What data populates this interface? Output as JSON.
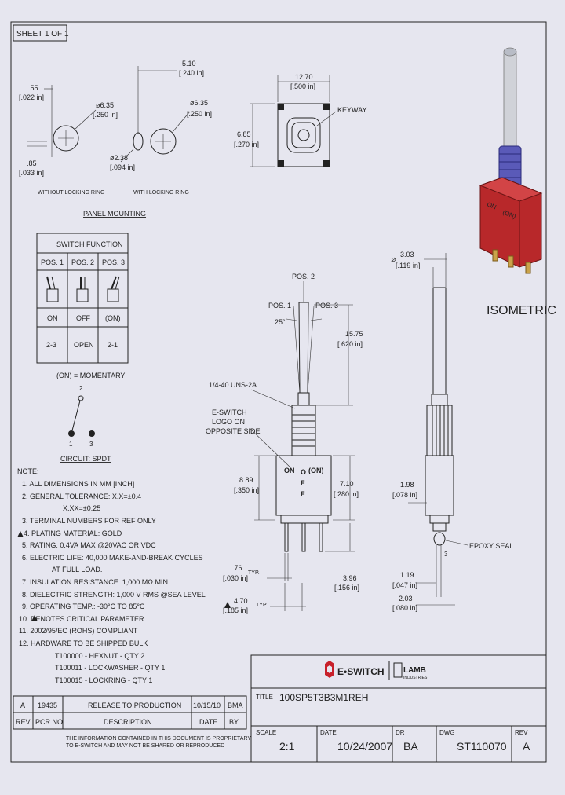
{
  "sheet": {
    "label": "SHEET 1 OF 1"
  },
  "panel_mounting": {
    "title": "PANEL MOUNTING",
    "without_ring": {
      "dim_a": ".55",
      "dim_a_in": "[.022 in]",
      "dim_b": ".85",
      "dim_b_in": "[.033 in]",
      "dia": "ø6.35",
      "dia_in": "[.250 in]",
      "caption": "WITHOUT LOCKING RING"
    },
    "with_ring": {
      "dim_w": "5.10",
      "dim_w_in": "[.240 in]",
      "dia": "ø6.35",
      "dia_in": "[.250 in]",
      "small_dia": "ø2.38",
      "small_dia_in": "[.094 in]",
      "caption": "WITH LOCKING RING"
    }
  },
  "top_view": {
    "width": "12.70",
    "width_in": "[.500 in]",
    "height": "6.85",
    "height_in": "[.270 in]",
    "keyway": "KEYWAY"
  },
  "isometric": {
    "label": "ISOMETRIC"
  },
  "switch_function": {
    "title": "SWITCH FUNCTION",
    "headers": [
      "POS. 1",
      "POS. 2",
      "POS. 3"
    ],
    "modes": [
      "ON",
      "OFF",
      "(ON)"
    ],
    "circuits": [
      "2-3",
      "OPEN",
      "2-1"
    ],
    "momentary": "(ON) = MOMENTARY"
  },
  "circuit": {
    "title": "CIRCUIT: SPDT",
    "t1": "1",
    "t2": "2",
    "t3": "3"
  },
  "front_view": {
    "pos1": "POS. 1",
    "pos2": "POS. 2",
    "pos3": "POS. 3",
    "angle": "25°",
    "thread": "1/4-40 UNS-2A",
    "logo": [
      "E-SWITCH",
      "LOGO ON",
      "OPPOSITE SIDE"
    ],
    "body_on": "ON",
    "body_off": [
      "O",
      "F",
      "F"
    ],
    "body_mom": "(ON)",
    "dim_lever": "15.75",
    "dim_lever_in": "[.620 in]",
    "dim_body_left": "8.89",
    "dim_body_left_in": "[.350 in]",
    "dim_body_right": "7.10",
    "dim_body_right_in": "[.280 in]",
    "dim_term": "3.96",
    "dim_term_in": "[.156 in]",
    "dim_pin": ".76",
    "dim_pin_in": "[.030 in]",
    "typ": "TYP.",
    "dim_pitch": "4.70",
    "dim_pitch_in": "[.185 in]"
  },
  "side_view": {
    "dia": "3.03",
    "dia_in": "[.119 in]",
    "d1": "1.98",
    "d1_in": "[.078 in]",
    "epoxy": "EPOXY SEAL",
    "d2": "1.19",
    "d2_in": "[.047 in]",
    "d3": "2.03",
    "d3_in": "[.080 in]",
    "term": "3"
  },
  "notes": {
    "title": "NOTE:",
    "items": [
      "1. ALL DIMENSIONS IN MM [INCH]",
      "2. GENERAL TOLERANCE: X.X=±0.4",
      "X.XX=±0.25",
      "3. TERMINAL NUMBERS FOR REF ONLY",
      "4. PLATING MATERIAL: GOLD",
      "5. RATING: 0.4VA MAX @20VAC OR VDC",
      "6. ELECTRIC LIFE: 40,000 MAKE-AND-BREAK CYCLES",
      "AT FULL LOAD.",
      "7. INSULATION RESISTANCE: 1,000 MΩ MIN.",
      "8. DIELECTRIC STRENGTH: 1,000 V RMS @SEA LEVEL",
      "9. OPERATING TEMP.: -30°C TO 85°C",
      "10.  DENOTES CRITICAL PARAMETER.",
      "11. 2002/95/EC (ROHS) COMPLIANT",
      "12. HARDWARE TO BE SHIPPED BULK",
      "T100000 - HEXNUT - QTY 2",
      "T100011 - LOCKWASHER - QTY 1",
      "T100015 - LOCKRING - QTY 1"
    ]
  },
  "title_block": {
    "brand": "E•SWITCH",
    "lamb": "LAMB",
    "lamb_sub": "INDUSTRIES",
    "title_label": "TITLE",
    "title": "100SP5T3B3M1REH",
    "scale_label": "SCALE",
    "scale": "2:1",
    "date_label": "DATE",
    "date": "10/24/2007",
    "dr_label": "DR",
    "dr": "BA",
    "dwg_label": "DWG",
    "dwg": "ST110070",
    "rev_label": "REV",
    "rev": "A",
    "confidential": [
      "THE INFORMATION CONTAINED IN THIS DOCUMENT IS PROPRIETARY",
      "TO E-SWITCH AND MAY NOT BE SHARED OR REPRODUCED"
    ]
  },
  "revisions": {
    "headers": [
      "REV",
      "PCR NO",
      "DESCRIPTION",
      "DATE",
      "BY"
    ],
    "rows": [
      [
        "A",
        "19435",
        "RELEASE TO PRODUCTION",
        "10/15/10",
        "BMA"
      ]
    ]
  },
  "colors": {
    "background": "#e6e6ef",
    "body_red": "#b8282a",
    "spring_blue": "#3c3ca8",
    "brand_red": "#c8202a"
  }
}
